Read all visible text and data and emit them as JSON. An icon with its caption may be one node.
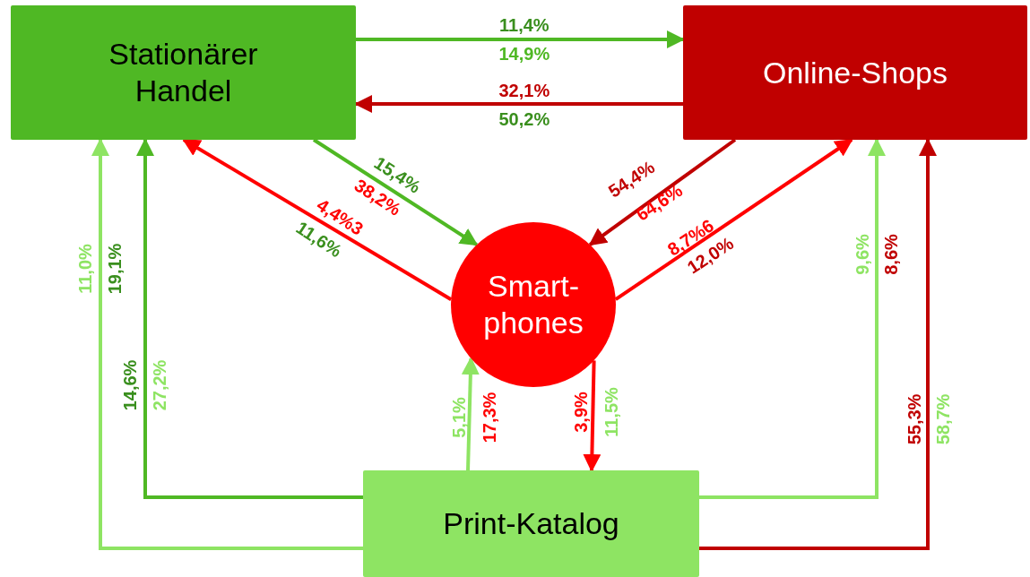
{
  "diagram": {
    "nodes": [
      {
        "text": [
          "Stationärer Handel"
        ]
      },
      {
        "text": [
          "Online-Shops"
        ]
      },
      {
        "text": [
          "Smart-phones"
        ]
      },
      {
        "text": [
          "Print-Katalog"
        ]
      }
    ],
    "edges": [
      {
        "from": 0,
        "to": 1,
        "arrow": "to",
        "color": "#4fb824"
      },
      {
        "from": 1,
        "to": 0,
        "arrow": "to",
        "color": "#c00000"
      },
      {
        "from": 0,
        "to": 2,
        "arrow": "to",
        "color": "#4fb824"
      },
      {
        "from": 2,
        "to": 0,
        "arrow": "to",
        "color": "#ff0000"
      },
      {
        "from": 1,
        "to": 2,
        "arrow": "to",
        "color": "#c00000"
      },
      {
        "from": 2,
        "to": 1,
        "arrow": "to",
        "color": "#ff0000"
      },
      {
        "from": 3,
        "to": 0,
        "arrow": "to",
        "color": "#8ee463"
      },
      {
        "from": 3,
        "to": 0,
        "arrow": "to",
        "color": "#4fb824"
      },
      {
        "from": 3,
        "to": 2,
        "arrow": "to",
        "color": "#8ee463"
      },
      {
        "from": 2,
        "to": 3,
        "arrow": "to",
        "color": "#ff0000"
      },
      {
        "from": 3,
        "to": 1,
        "arrow": "to",
        "color": "#8ee463"
      },
      {
        "from": 3,
        "to": 1,
        "arrow": "to",
        "color": "#c00000"
      }
    ],
    "labels": [
      "11,4%",
      "14,9%",
      "32,1%",
      "50,2%",
      "15,4%",
      "38,2%",
      "4,4%3",
      "11,6%",
      "54,4%",
      "64,6%",
      "8,7%6",
      "12,0%",
      "11,0%",
      "19,1%",
      "9,6%",
      "8,6%",
      "14,6%",
      "27,2%",
      "5,1%",
      "17,3%",
      "3,9%",
      "11,5%",
      "55,3%",
      "58,7%"
    ]
  }
}
